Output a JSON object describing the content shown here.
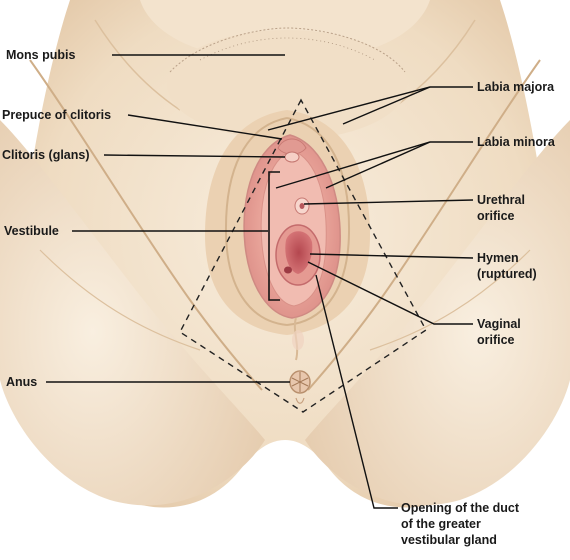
{
  "figure": {
    "labels": {
      "mons_pubis": "Mons pubis",
      "prepuce_of_clitoris": "Prepuce of clitoris",
      "clitoris_glans": "Clitoris (glans)",
      "vestibule": "Vestibule",
      "anus": "Anus",
      "labia_majora": "Labia majora",
      "labia_minora": "Labia minora",
      "urethral_orifice": [
        "Urethral",
        "orifice"
      ],
      "hymen": [
        "Hymen",
        "(ruptured)"
      ],
      "vaginal_orifice": [
        "Vaginal",
        "orifice"
      ],
      "greater_vestibular_gland_duct": [
        "Opening of the duct",
        "of the greater",
        "vestibular gland"
      ]
    },
    "colors": {
      "skin_light": "#f6ead8",
      "skin_mid": "#ecd6bb",
      "skin_shadow": "#d9bd9a",
      "tissue_pink": "#e9a6a0",
      "tissue_deep": "#c9636a",
      "leader_line": "#111111"
    }
  }
}
